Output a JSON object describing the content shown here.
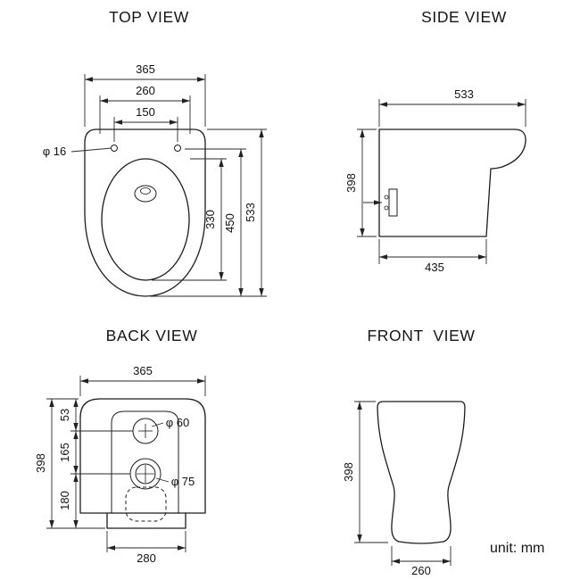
{
  "page": {
    "unit_label": "unit: mm"
  },
  "views": {
    "top": {
      "title": "TOP VIEW",
      "dims": {
        "overall_width": "365",
        "seat_width": "260",
        "hole_spacing": "150",
        "hole_diameter": "φ 16",
        "overall_depth": "533",
        "seat_depth": "450",
        "bowl_depth": "330"
      }
    },
    "side": {
      "title": "SIDE VIEW",
      "dims": {
        "overall_depth": "533",
        "height": "398",
        "base_depth": "435"
      }
    },
    "back": {
      "title": "BACK VIEW",
      "dims": {
        "overall_width": "365",
        "top_to_inlet": "53",
        "inlet_to_outlet": "165",
        "outlet_to_floor": "180",
        "height": "398",
        "base_width": "280",
        "inlet_diameter": "φ 60",
        "outlet_diameter": "φ 75"
      }
    },
    "front": {
      "title": "FRONT  VIEW",
      "dims": {
        "height": "398",
        "base_width": "260"
      }
    }
  }
}
